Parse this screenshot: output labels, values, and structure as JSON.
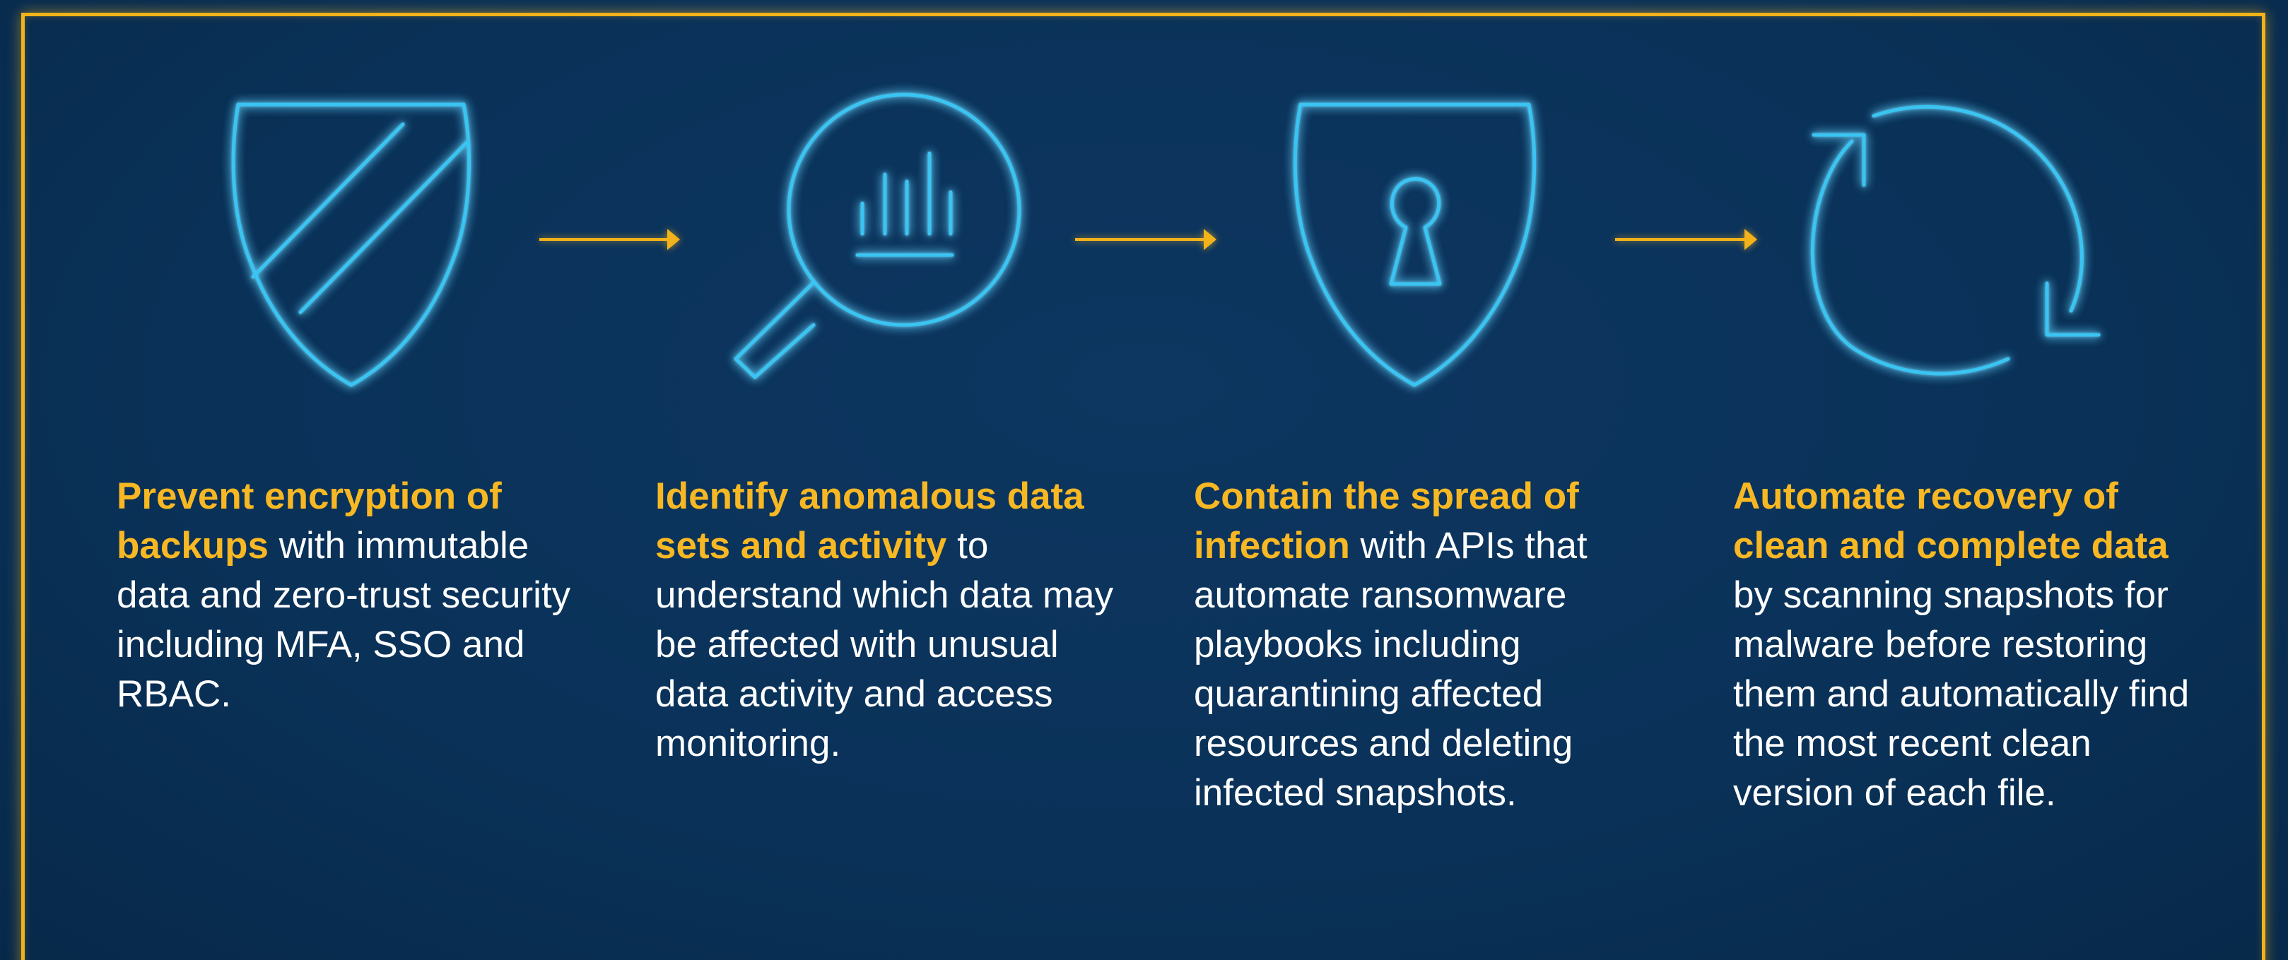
{
  "colors": {
    "background": "#0a3259",
    "frame": "#f2b21a",
    "icon_stroke": "#3ac4f2",
    "arrow": "#f2b21a",
    "highlight_text": "#f7b823",
    "body_text": "#ffffff"
  },
  "steps": [
    {
      "icon": "shield-slash-icon",
      "highlight": "Prevent encryption of backups",
      "text": " with immutable data and zero-trust security including MFA, SSO and RBAC."
    },
    {
      "icon": "magnifier-chart-icon",
      "highlight": "Identify anomalous data sets and activity",
      "text": " to understand which data may be affected with unusual data activity and access monitoring."
    },
    {
      "icon": "shield-keyhole-icon",
      "highlight": "Contain the spread of infection",
      "text": " with APIs that automate ransomware playbooks including quarantining affected resources and deleting infected snapshots."
    },
    {
      "icon": "refresh-cycle-icon",
      "highlight": "Automate recovery of clean and complete data",
      "text": " by scanning snapshots for malware before restoring them and automatically find the most recent clean version of each file."
    }
  ],
  "connectors": [
    "arrow-right-icon",
    "arrow-right-icon",
    "arrow-right-icon"
  ]
}
